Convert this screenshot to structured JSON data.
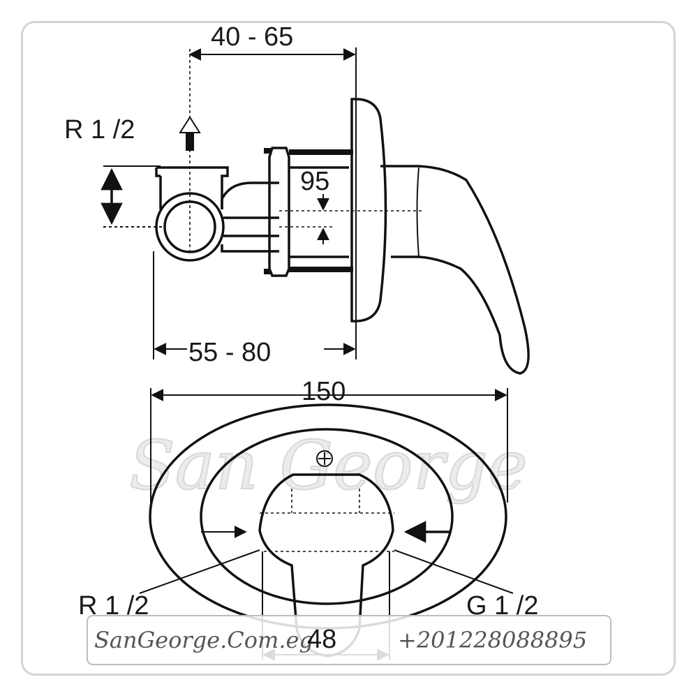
{
  "dimensions": {
    "top_depth": "40 - 65",
    "bottom_depth": "55 - 80",
    "inlet_label": "R 1 /2",
    "cartridge_height": "95",
    "plate_width": "150",
    "left_connection": "R 1 /2",
    "right_connection": "G 1 /2",
    "lever_width": "48"
  },
  "watermark": {
    "brand": "San George"
  },
  "footer": {
    "website": "SanGeorge.Com.eg",
    "phone": "+201228088895"
  }
}
